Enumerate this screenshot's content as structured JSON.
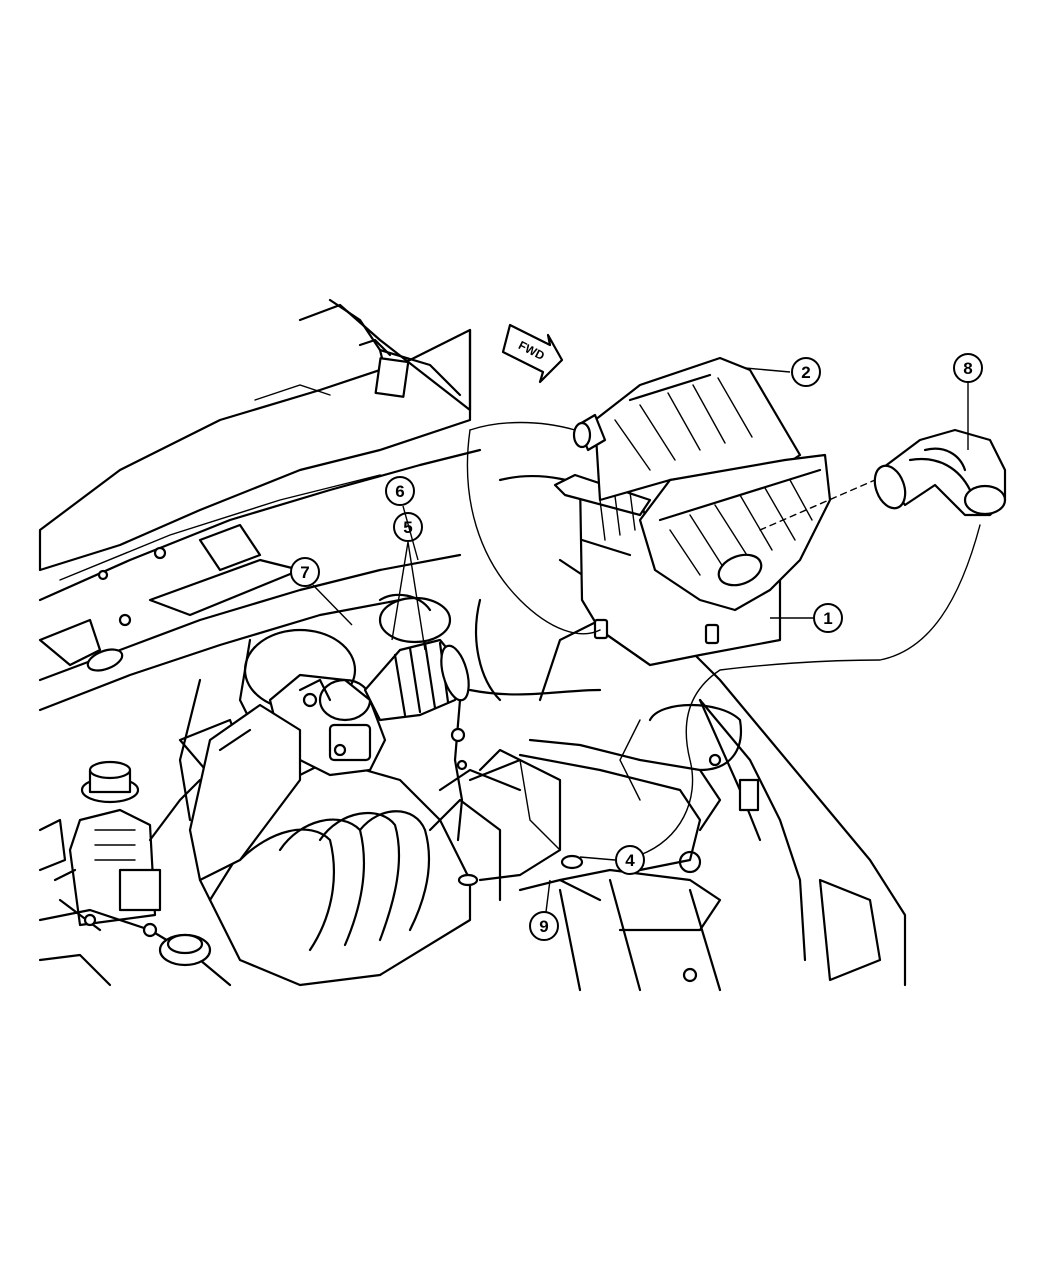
{
  "diagram": {
    "direction_label": "FWD",
    "callouts": [
      {
        "id": "callout-1",
        "label": "1"
      },
      {
        "id": "callout-2",
        "label": "2"
      },
      {
        "id": "callout-4",
        "label": "4"
      },
      {
        "id": "callout-5",
        "label": "5"
      },
      {
        "id": "callout-6",
        "label": "6"
      },
      {
        "id": "callout-7",
        "label": "7"
      },
      {
        "id": "callout-8",
        "label": "8"
      },
      {
        "id": "callout-9",
        "label": "9"
      }
    ]
  }
}
